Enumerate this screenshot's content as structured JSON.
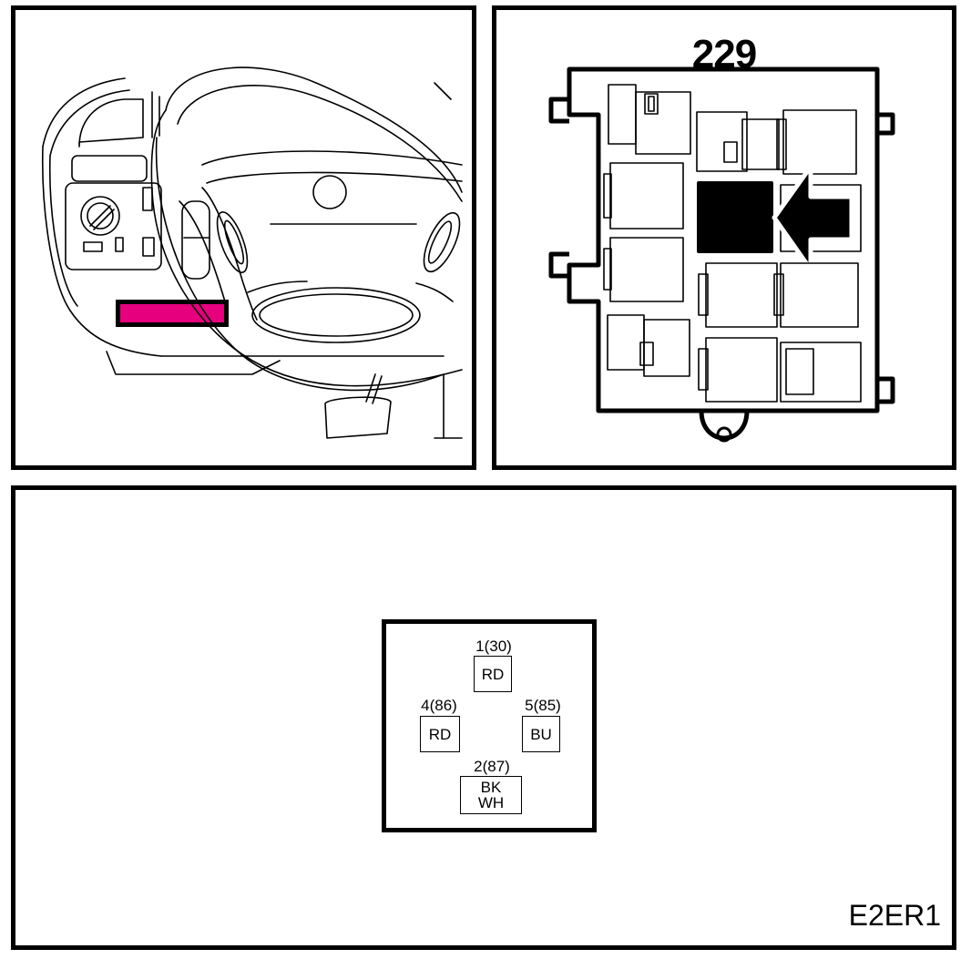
{
  "relay_panel": {
    "component_number": "229"
  },
  "dashboard_panel": {
    "highlight_color": "#e6007e"
  },
  "connector": {
    "pins": [
      {
        "id": "1(30)",
        "wire": "RD"
      },
      {
        "id": "4(86)",
        "wire": "RD"
      },
      {
        "id": "5(85)",
        "wire": "BU"
      },
      {
        "id": "2(87)",
        "wire_line1": "BK",
        "wire_line2": "WH"
      }
    ]
  },
  "figure_code": "E2ER1"
}
